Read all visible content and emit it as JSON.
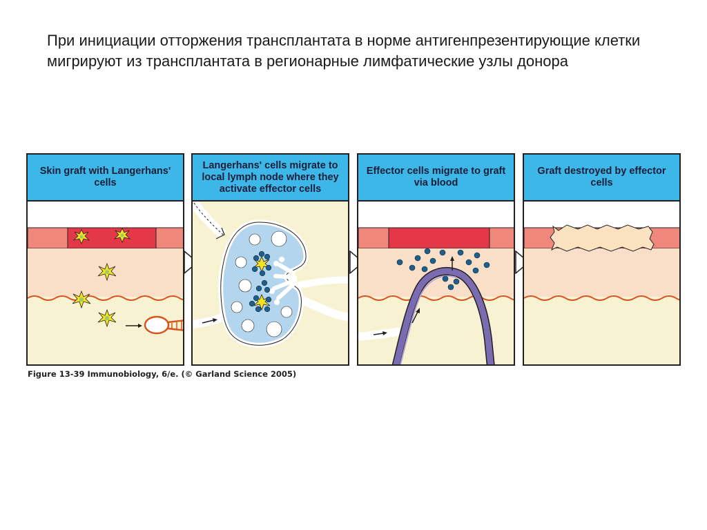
{
  "slide": {
    "title": "При инициации отторжения трансплантата в норме антигенпрезентирующие клетки мигрируют из трансплантата в регионарные лимфатические узлы донора"
  },
  "panels": [
    {
      "label": "Skin graft with Langerhans' cells"
    },
    {
      "label": "Langerhans' cells migrate to local lymph node where they activate effector cells"
    },
    {
      "label": "Effector cells migrate to graft via blood"
    },
    {
      "label": "Graft destroyed by effector cells"
    }
  ],
  "caption": "Figure 13-39  Immunobiology, 6/e. (© Garland Science 2005)",
  "colors": {
    "header": "#3cb7e7",
    "epidermis": "#f0877b",
    "graft": "#e23848",
    "dermis": "#f9dfc8",
    "subcutis": "#f7f2d2",
    "lymph_node": "#b3d5ee",
    "effector_cell": "#1f5f8c",
    "langerhans_cell": "#f4e321",
    "blood_vessel": "#7b6bb0",
    "destroyed_graft": "#fbe3c2"
  },
  "icons": [
    "langerhans-cell-icon",
    "effector-cell-icon",
    "flow-arrow-icon",
    "connector-arrow-icon"
  ]
}
